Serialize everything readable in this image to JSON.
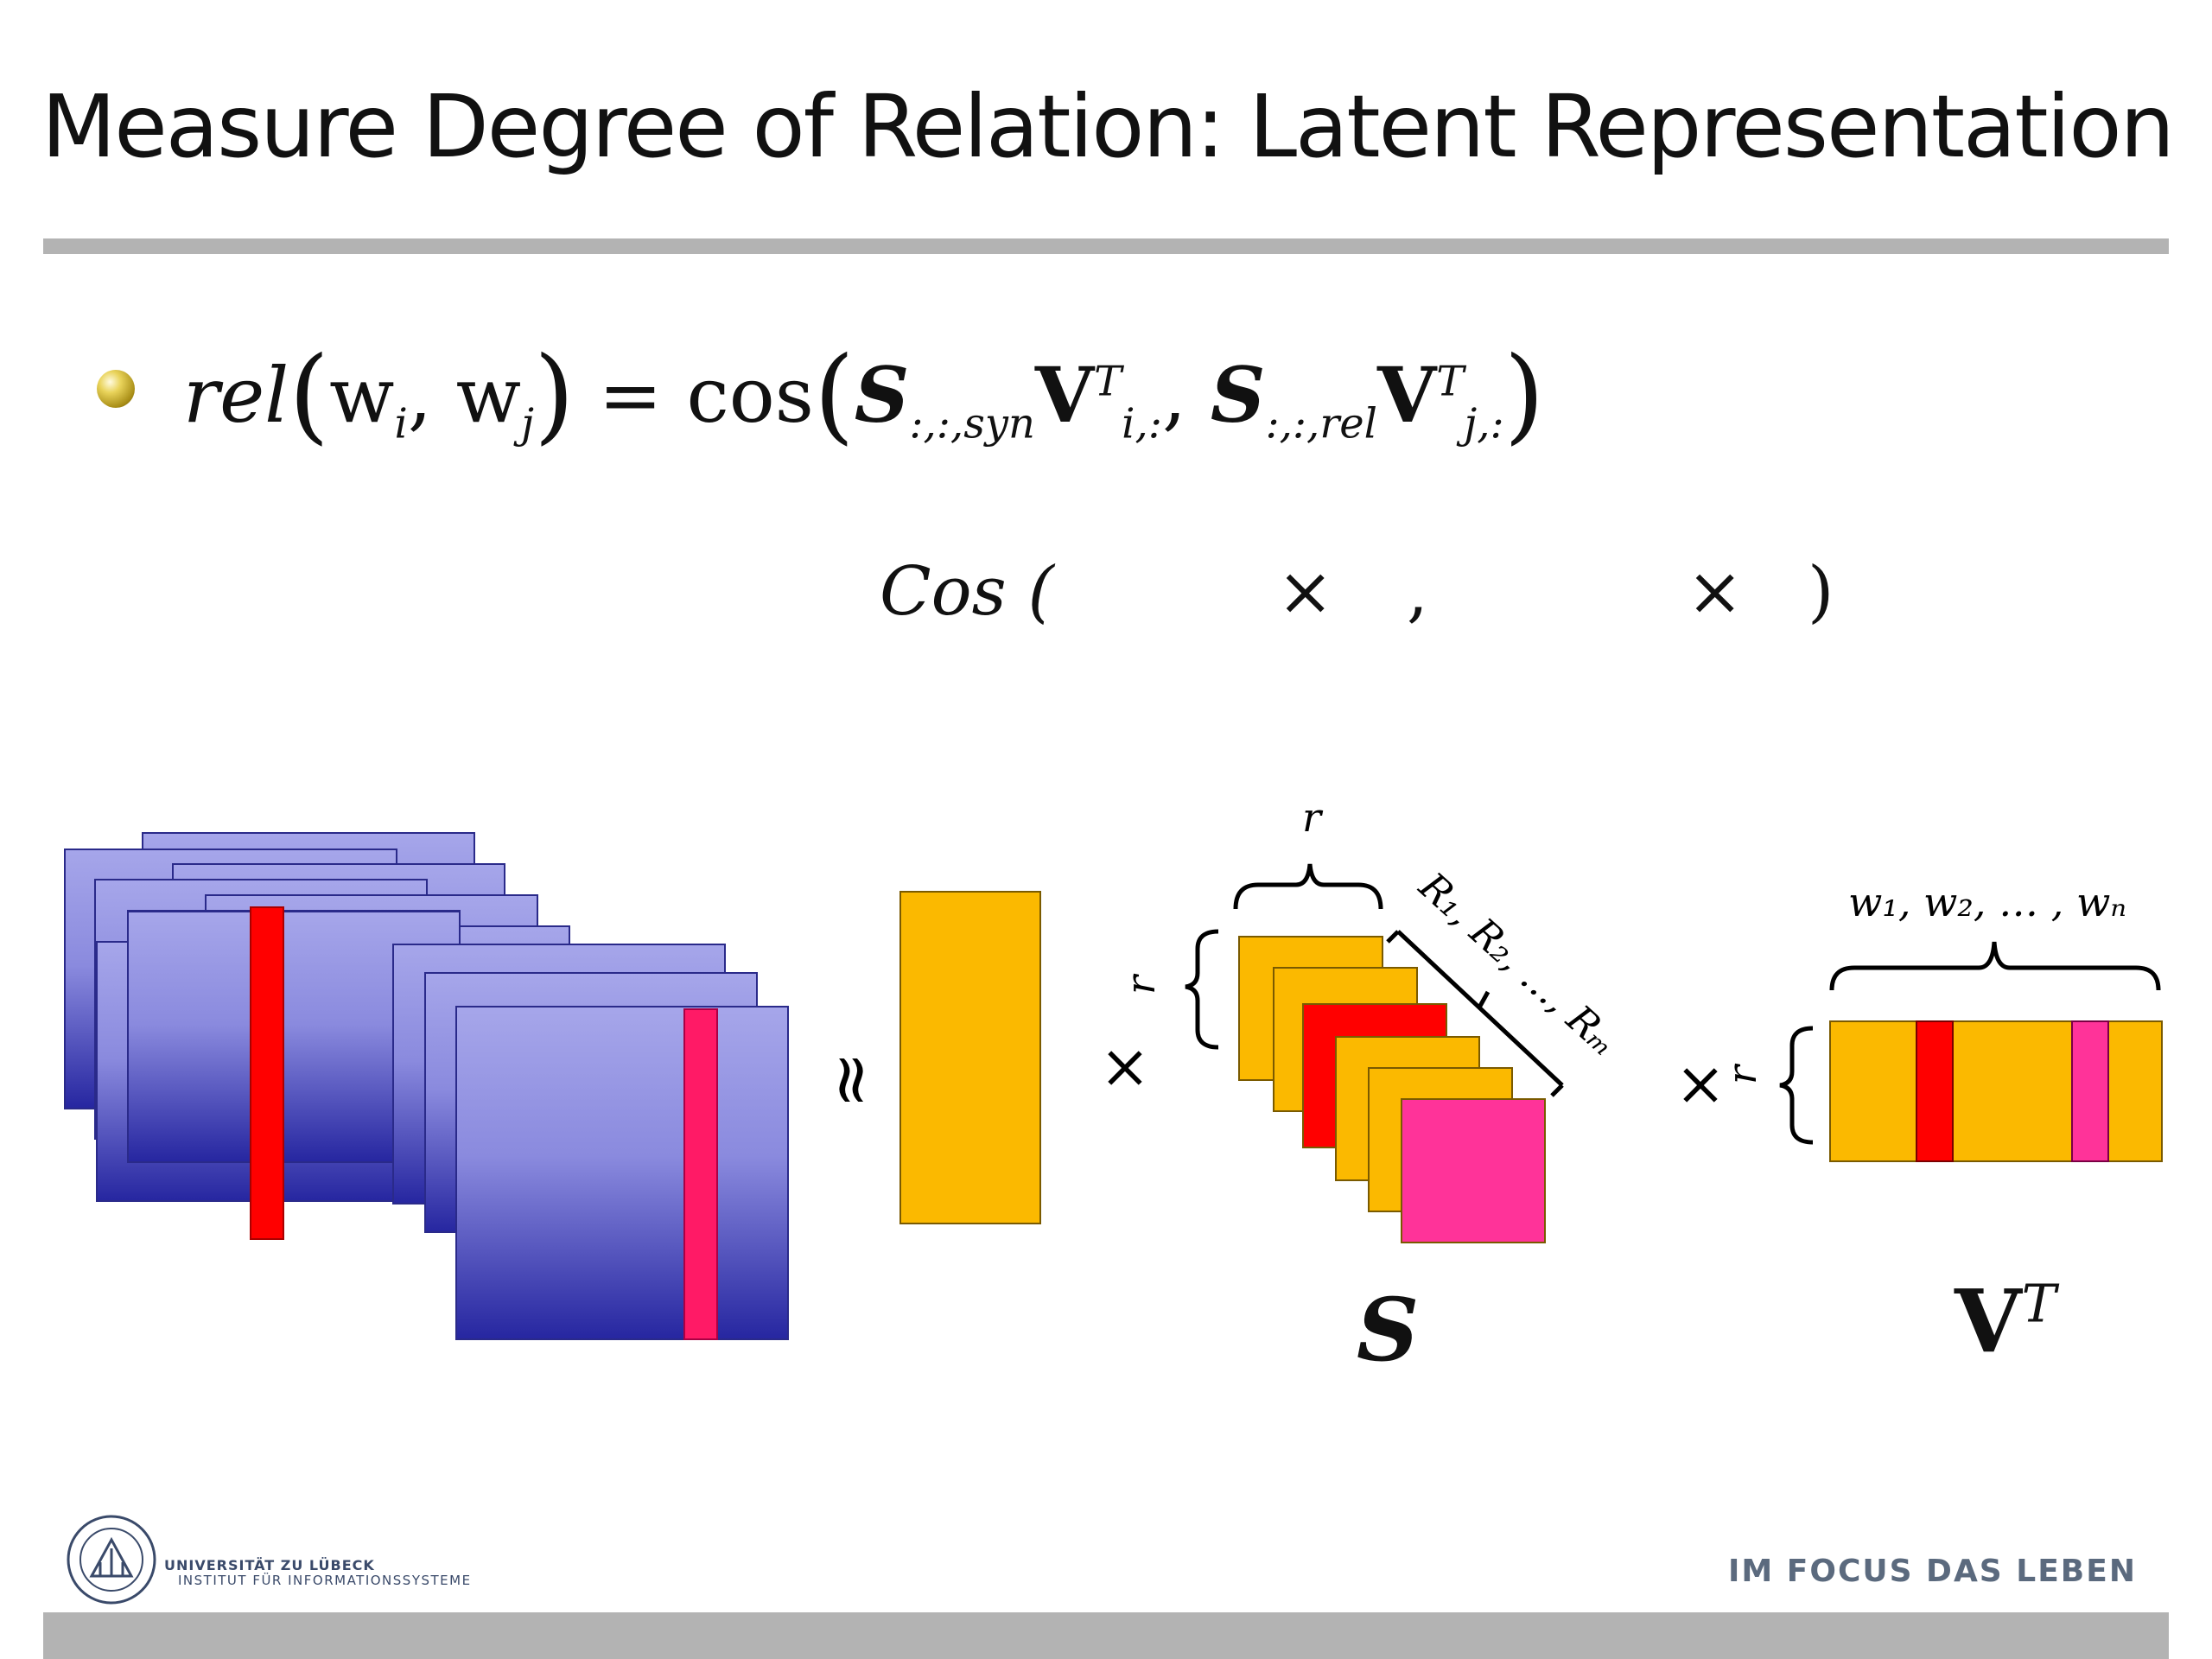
{
  "slide": {
    "title": "Measure Degree of Relation: Latent Representation",
    "formula": {
      "lhs_func": "rel",
      "w": "w",
      "i": "i",
      "j": "j",
      "cos": "cos",
      "S": "S",
      "V": "V",
      "T": "T",
      "sub_syn": ":,:,syn",
      "sub_rel": ":,:,rel",
      "sub_i": "i,:",
      "sub_j": "j,:"
    },
    "cos_row": {
      "cos_open": "Cos (",
      "times_1": "×",
      "comma": ",",
      "times_2": "×",
      "close": ")"
    }
  },
  "diagram": {
    "approx": "≈",
    "times": "×",
    "r": "r",
    "r_slices": "R₁, R₂, …, Rₘ",
    "words": "w₁, w₂, … , wₙ",
    "s_label": "S",
    "vt_label": "V",
    "vt_sup": "T",
    "colors": {
      "slice_top": "#a6a6ea",
      "slice_bottom": "#2626a0",
      "orange": "#fbb900",
      "red": "#ff0000",
      "pink": "#ff3399"
    }
  },
  "footer": {
    "university": "UNIVERSITÄT ZU LÜBECK",
    "institute": "INSTITUT FÜR INFORMATIONSSYSTEME",
    "motto": "IM FOCUS DAS LEBEN",
    "seal_icon": "university-seal-icon"
  }
}
